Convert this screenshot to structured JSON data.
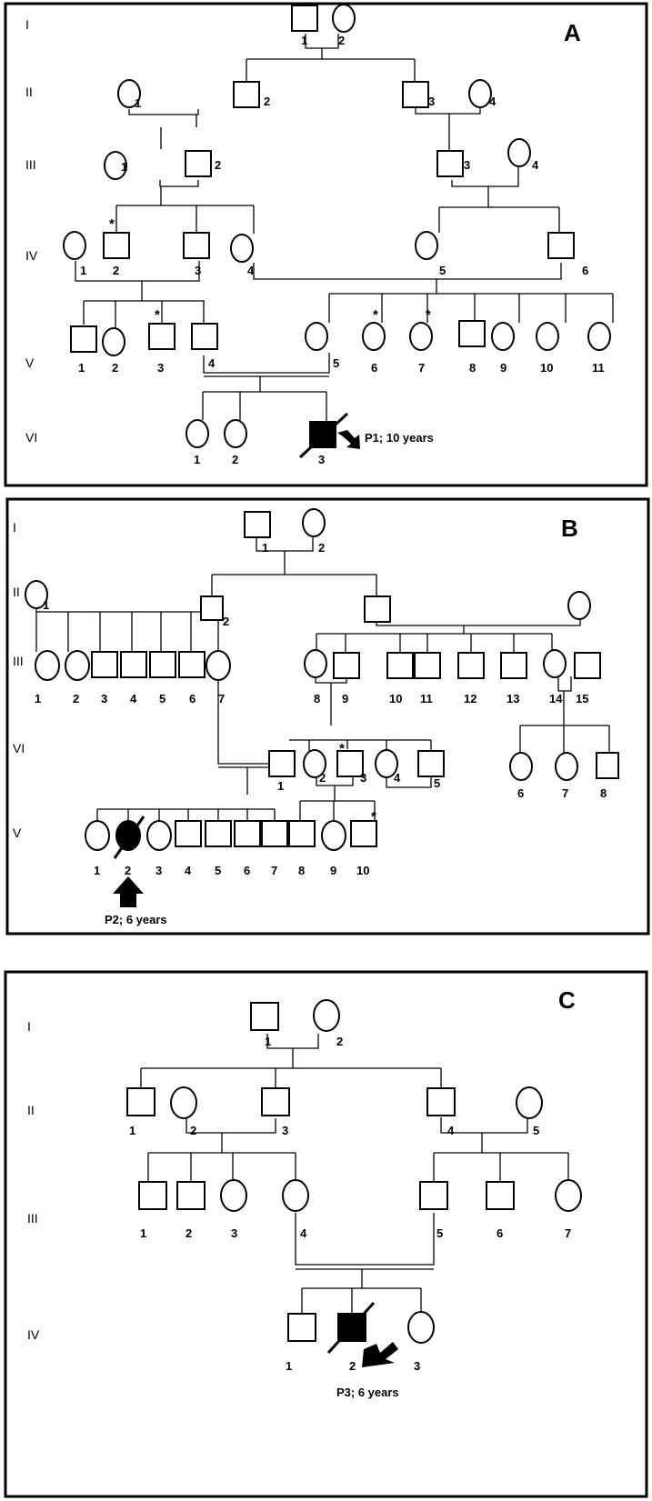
{
  "panels": {
    "A": {
      "letter": "A",
      "generations": [
        "I",
        "II",
        "III",
        "IV",
        "V",
        "VI"
      ],
      "numbers": {
        "I": [
          "1",
          "2"
        ],
        "II": [
          "1",
          "2",
          "3",
          "4"
        ],
        "III": [
          "1",
          "2",
          "3",
          "4"
        ],
        "IV": [
          "1",
          "2",
          "3",
          "4",
          "5",
          "6"
        ],
        "V": [
          "1",
          "2",
          "3",
          "4",
          "5",
          "6",
          "7",
          "8",
          "9",
          "10",
          "11"
        ],
        "VI": [
          "1",
          "2",
          "3"
        ]
      },
      "proband_label": "P1; 10 years",
      "star": "*"
    },
    "B": {
      "letter": "B",
      "generations": [
        "I",
        "II",
        "III",
        "VI",
        "V"
      ],
      "numbers": {
        "I": [
          "1",
          "2"
        ],
        "II": [
          "1",
          "2"
        ],
        "III": [
          "1",
          "2",
          "3",
          "4",
          "5",
          "6",
          "7",
          "8",
          "9",
          "10",
          "11",
          "12",
          "13",
          "14",
          "15"
        ],
        "VI": [
          "1",
          "2",
          "3",
          "4",
          "5",
          "6",
          "7",
          "8"
        ],
        "V": [
          "1",
          "2",
          "3",
          "4",
          "5",
          "6",
          "7",
          "8",
          "9",
          "10"
        ]
      },
      "proband_label": "P2; 6 years",
      "star": "*"
    },
    "C": {
      "letter": "C",
      "generations": [
        "I",
        "II",
        "III",
        "IV"
      ],
      "numbers": {
        "I": [
          "1",
          "2"
        ],
        "II": [
          "1",
          "2",
          "3",
          "4",
          "5"
        ],
        "III": [
          "1",
          "2",
          "3",
          "4",
          "5",
          "6",
          "7"
        ],
        "IV": [
          "1",
          "2",
          "3"
        ]
      },
      "proband_label": "P3; 6 years"
    }
  }
}
